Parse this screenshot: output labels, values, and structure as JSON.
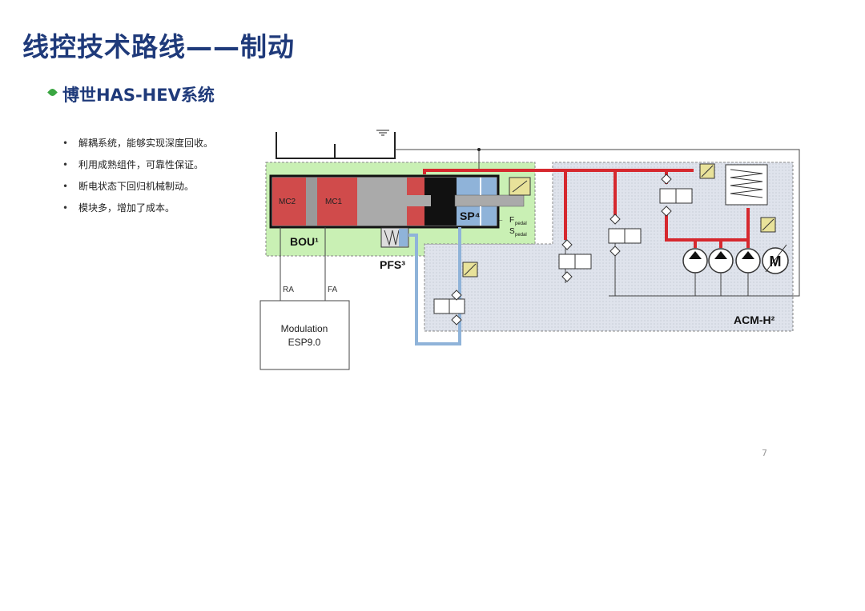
{
  "slide": {
    "title": "线控技术路线——制动",
    "subtitle": "博世HAS-HEV系统",
    "bullets": [
      "解耦系统，能够实现深度回收。",
      "利用成熟组件，可靠性保证。",
      "断电状态下回归机械制动。",
      "模块多，增加了成本。"
    ],
    "page_number": "7"
  },
  "diagram": {
    "labels": {
      "mc2": "MC2",
      "mc1": "MC1",
      "sp": "SP⁴",
      "bou": "BOU¹",
      "pfs": "PFS³",
      "f_pedal_f": "F",
      "f_pedal_sub": "pedal",
      "s_pedal_s": "S",
      "s_pedal_sub": "pedal",
      "ra": "RA",
      "fa": "FA",
      "modulation_line1": "Modulation",
      "modulation_line2": "ESP9.0",
      "acm": "ACM-H²",
      "motor": "M"
    },
    "colors": {
      "title_blue": "#1f3a7a",
      "green_zone": "#c9f0b4",
      "grey_zone": "#dde1ea",
      "hydraulic_red": "#d6282e",
      "pedal_blue": "#8fb3d9",
      "chamber_red": "#d04b4b",
      "accent_green": "#3aa641"
    }
  }
}
